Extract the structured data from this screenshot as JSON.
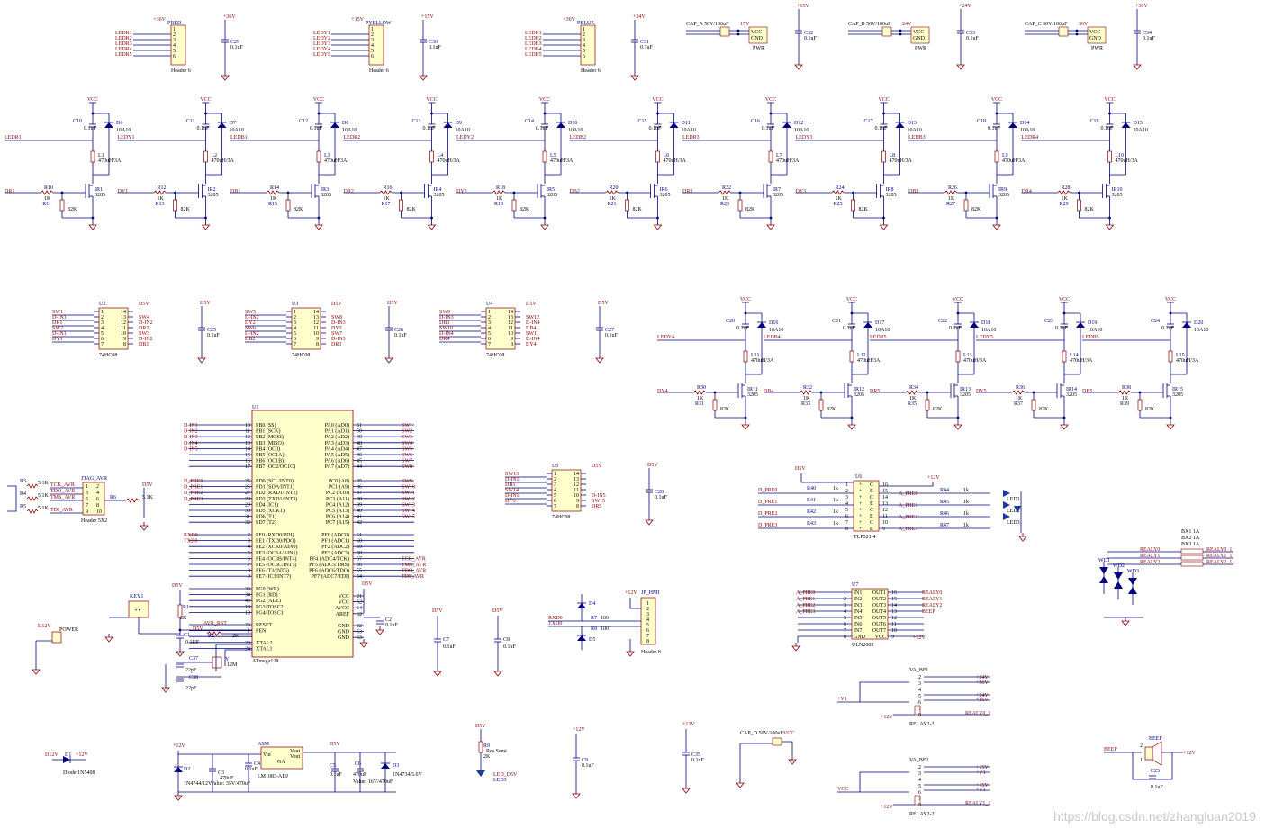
{
  "watermark": "https://blog.csdn.net/zhangluan2019",
  "colors": {
    "wire": "#000080",
    "label": "#8b0000",
    "pin": "#000000",
    "body_fill": "#ffffcc",
    "diode": "#000080",
    "led": "#1a3aa0"
  },
  "headers": [
    {
      "ref": "PRED",
      "name": "Header 6",
      "rail": "+36V",
      "cap": "C29",
      "val": "0.1uF",
      "nets": [
        "LEDR1",
        "LEDR2",
        "LEDR3",
        "LEDR4",
        "LEDR5"
      ]
    },
    {
      "ref": "PYELLOW",
      "name": "Header 6",
      "rail": "+15V",
      "cap": "C30",
      "val": "0.1uF",
      "nets": [
        "LEDY1",
        "LEDY2",
        "LEDY3",
        "LEDY4",
        "LEDY5"
      ]
    },
    {
      "ref": "PBLUE",
      "name": "Header 6",
      "rail": "+24V",
      "cap": "C31",
      "val": "0.1uF",
      "nets": [
        "LEDB1",
        "LEDB2",
        "LEDB3",
        "LEDB4",
        "LEDB5"
      ]
    }
  ],
  "header_rails": [
    "+36V",
    "+15V",
    "+36V"
  ],
  "pwr_blocks": [
    {
      "cap": "CAP_A 50V/100uF",
      "v": "15V",
      "rail": "+15V",
      "c": "C32",
      "val": "0.1uF"
    },
    {
      "cap": "CAP_B 50V/100uF",
      "v": "24V",
      "rail": "+24V",
      "c": "C33",
      "val": "0.1uF"
    },
    {
      "cap": "CAP_C 50V/100uF",
      "v": "36V",
      "rail": "+36V",
      "c": "C34",
      "val": "0.1uF"
    }
  ],
  "pwr_labels": {
    "vcc": "VCC",
    "gnd": "GND",
    "pwr": "PWR"
  },
  "drivers_row1": [
    {
      "net": "LEDR1",
      "in": "DR1",
      "c": "C10",
      "d": "D6",
      "l": "L1",
      "ra": "R10",
      "rb": "R11",
      "q": "IR1"
    },
    {
      "net": "LEDY1",
      "in": "DY1",
      "c": "C11",
      "d": "D7",
      "l": "L2",
      "ra": "R12",
      "rb": "R13",
      "q": "IR2"
    },
    {
      "net": "LEDB1",
      "in": "DB1",
      "c": "C12",
      "d": "D8",
      "l": "L3",
      "ra": "R14",
      "rb": "R15",
      "q": "IR3"
    },
    {
      "net": "LEDR2",
      "in": "DR2",
      "c": "C13",
      "d": "D9",
      "l": "L4",
      "ra": "R16",
      "rb": "R17",
      "q": "IR4"
    },
    {
      "net": "LEDY2",
      "in": "DY2",
      "c": "C14",
      "d": "D10",
      "l": "L5",
      "ra": "R18",
      "rb": "R19",
      "q": "IR5"
    },
    {
      "net": "LEDB2",
      "in": "DB2",
      "c": "C15",
      "d": "D11",
      "l": "L6",
      "ra": "R20",
      "rb": "R21",
      "q": "IR6"
    },
    {
      "net": "LEDR3",
      "in": "DR3",
      "c": "C16",
      "d": "D12",
      "l": "L7",
      "ra": "R22",
      "rb": "R23",
      "q": "IR7"
    },
    {
      "net": "LEDY3",
      "in": "DY3",
      "c": "C17",
      "d": "D13",
      "l": "L8",
      "ra": "R24",
      "rb": "R25",
      "q": "IR8"
    },
    {
      "net": "LEDB3",
      "in": "DB3",
      "c": "C18",
      "d": "D14",
      "l": "L9",
      "ra": "R26",
      "rb": "R27",
      "q": "IR9"
    },
    {
      "net": "LEDR4",
      "in": "DR4",
      "c": "C19",
      "d": "D15",
      "l": "L10",
      "ra": "R28",
      "rb": "R29",
      "q": "IR10"
    }
  ],
  "drivers_row2": [
    {
      "net": "LEDY4",
      "in": "DY4",
      "c": "C20",
      "d": "D16",
      "l": "L11",
      "ra": "R30",
      "rb": "R31",
      "q": "IR11"
    },
    {
      "net": "LEDB4",
      "in": "DB4",
      "c": "C21",
      "d": "D17",
      "l": "L12",
      "ra": "R32",
      "rb": "R33",
      "q": "IR12"
    },
    {
      "net": "LEDR5",
      "in": "DR5",
      "c": "C22",
      "d": "D18",
      "l": "L13",
      "ra": "R34",
      "rb": "R35",
      "q": "IR13"
    },
    {
      "net": "LEDY5",
      "in": "DY5",
      "c": "C23",
      "d": "D19",
      "l": "L14",
      "ra": "R36",
      "rb": "R37",
      "q": "IR14"
    },
    {
      "net": "LEDB5",
      "in": "DB5",
      "c": "C24",
      "d": "D20",
      "l": "L15",
      "ra": "R38",
      "rb": "R39",
      "q": "IR15"
    }
  ],
  "driver_values": {
    "vcc": "VCC",
    "cval": "0.1uF",
    "dval": "10A10",
    "lval": "470uH/3A",
    "raval": "1K",
    "rbval": "82K",
    "qval": "3205"
  },
  "hc08": [
    {
      "ref": "U2",
      "left": [
        "SW1",
        "D-IN1",
        "DR1",
        "SW2",
        "D-IN1",
        "DY1"
      ],
      "right": [
        "SW4",
        "D-IN2",
        "DR2",
        "SW3",
        "D-IN2",
        "DB1"
      ],
      "cap": "C25"
    },
    {
      "ref": "U3",
      "left": [
        "SW5",
        "D-IN2",
        "DY2",
        "SW6",
        "D-IN2",
        "DB2"
      ],
      "right": [
        "SW8",
        "D-IN3",
        "DY3",
        "SW7",
        "D-IN3",
        "DR3"
      ],
      "cap": "C26"
    },
    {
      "ref": "U4",
      "left": [
        "SW9",
        "D-IN3",
        "DB3",
        "SW10",
        "D-IN4",
        "DR4"
      ],
      "right": [
        "SW12",
        "D-IN4",
        "DB4",
        "SW11",
        "D-IN4",
        "DY4"
      ],
      "cap": "C27"
    }
  ],
  "hc08_name": "74HC08",
  "hc08_rail": "D5V",
  "hc08_pins_l": [
    "1",
    "2",
    "3",
    "4",
    "5",
    "6",
    "7"
  ],
  "hc08_pins_r": [
    "14",
    "13",
    "12",
    "11",
    "10",
    "9",
    "8"
  ],
  "u5": {
    "ref": "U5",
    "left": [
      "SW13",
      "D-IN5",
      "DB5",
      "SW14",
      "D-IN5",
      "DY5"
    ],
    "right": [
      "",
      "",
      "",
      "D-IN5",
      "SW15",
      "DR5"
    ],
    "cap": "C28"
  },
  "mcu": {
    "ref": "U1",
    "name": "ATmega128",
    "pb": [
      "PB0 (SS)",
      "PB1 (SCK)",
      "PB2 (MOSI)",
      "PB3 (MISO)",
      "PB4 (OC0)",
      "PB5 (OC1A)",
      "PB6 (OC1B)",
      "PB7 (OC2/OC1C)"
    ],
    "pb_pins": [
      "10",
      "11",
      "12",
      "13",
      "14",
      "15",
      "16",
      "17"
    ],
    "pb_nets": [
      "D-IN1",
      "D-IN2",
      "D-IN3",
      "D-IN4",
      "D-IN5",
      "",
      "",
      ""
    ],
    "pd": [
      "PD0 (SCL/INT0)",
      "PD1 (SDA/INT1)",
      "PD2 (RXD1/INT2)",
      "PD3 (TXD1/INT3)",
      "PD4 (IC1)",
      "PD5 (XCK1)",
      "PD6 (T1)",
      "PD7 (T2)"
    ],
    "pd_pins": [
      "25",
      "26",
      "27",
      "28",
      "29",
      "30",
      "31",
      "32"
    ],
    "pd_nets": [
      "D_PRE0",
      "D_PRE1",
      "D_PRE2",
      "D_PRE3",
      "",
      "",
      "",
      ""
    ],
    "pe": [
      "PE0 (RXD0/PDI)",
      "PE1 (TXD0/PDO)",
      "PE2 (XCK0/AIN0)",
      "PE3 (OC3A/AIN1)",
      "PE4 (OC3B/INT4)",
      "PE5 (OC3C/INT5)",
      "PE6 (T3/INT6)",
      "PE7 (IC3/INT7)"
    ],
    "pe_pins": [
      "2",
      "3",
      "4",
      "5",
      "6",
      "7",
      "8",
      "9"
    ],
    "pe_nets": [
      "RXD0",
      "TXD0",
      "",
      "",
      "",
      "",
      "",
      ""
    ],
    "pg": [
      "PG0 (WR)",
      "PG1 (RD)",
      "PG2 (ALE)",
      "PG3/TOSC2",
      "PG4/TOSC1"
    ],
    "pg_pins": [
      "33",
      "34",
      "43",
      "18",
      "19"
    ],
    "misc": [
      "RESET",
      "PEN",
      "",
      "XTAL2",
      "XTAL1"
    ],
    "misc_pins": [
      "20",
      "1",
      "",
      "23",
      "24"
    ],
    "pa": [
      "PA0 (AD0)",
      "PA1 (AD1)",
      "PA2 (AD2)",
      "PA3 (AD3)",
      "PA4 (AD4)",
      "PA5 (AD5)",
      "PA6 (AD6)",
      "PA7 (AD7)"
    ],
    "pa_pins": [
      "51",
      "50",
      "49",
      "48",
      "47",
      "46",
      "45",
      "44"
    ],
    "pa_nets": [
      "SW1",
      "SW2",
      "SW3",
      "SW4",
      "SW5",
      "SW6",
      "SW7",
      "SW8"
    ],
    "pc": [
      "PC0 (A8)",
      "PC1 (A9)",
      "PC2 (A10)",
      "PC3 (A11)",
      "PC4 (A12)",
      "PC5 (A13)",
      "PC6 (A14)",
      "PC7 (A15)"
    ],
    "pc_pins": [
      "35",
      "36",
      "37",
      "38",
      "39",
      "40",
      "41",
      "42"
    ],
    "pc_nets": [
      "SW9",
      "SW10",
      "SW11",
      "SW12",
      "SW13",
      "SW14",
      "SW15",
      ""
    ],
    "pf": [
      "PF0 (ADC0)",
      "PF1 (ADC1)",
      "PF2 (ADC2)",
      "PF3 (ADC3)",
      "PF4 (ADC4/TCK)",
      "PF5 (ADC5/TMS)",
      "PF6 (ADC6/TDO)",
      "PF7 (ADC7/TDI)"
    ],
    "pf_pins": [
      "61",
      "60",
      "59",
      "58",
      "57",
      "56",
      "55",
      "54"
    ],
    "pf_nets": [
      "",
      "",
      "",
      "",
      "TCK_AVR",
      "TMS_AVR",
      "TDO_AVR",
      "TDI_AVR"
    ],
    "pwr": [
      "VCC",
      "VCC",
      "AVCC",
      "AREF",
      "",
      "GND",
      "GND",
      "GND"
    ],
    "pwr_pins": [
      "21",
      "52",
      "64",
      "62",
      "",
      "22",
      "53",
      "63"
    ]
  },
  "jtag": {
    "ref": "JTAG_AVR",
    "name": "Header 5X2",
    "nets": [
      "TCK_AVR",
      "TDO_AVR",
      "TMS_AVR",
      "",
      "TDI_AVR"
    ],
    "res": [
      "R3",
      "R4",
      "R5"
    ],
    "rval": "5.1K",
    "r6": "R6",
    "r6val": "5.1K",
    "rail": "D5V"
  },
  "reset": {
    "key": "KEY1",
    "r1": "R1",
    "r1v": "2K",
    "c1": "C1",
    "c1v": "0.1UF",
    "r2": "R2",
    "r2v": "2K",
    "net": "AVR_RST",
    "rail": "D5V",
    "c2": "C2",
    "c2v": "0.1uF"
  },
  "crystal": {
    "c37": "C37",
    "c38": "C38",
    "cv": "22pF",
    "y": "Y",
    "yv": "12M"
  },
  "power_conn": {
    "rail": "D12V",
    "name": "POWER"
  },
  "bypass": [
    {
      "ref": "C7",
      "v": "0.1uF",
      "rail": "D5V"
    },
    {
      "ref": "C8",
      "v": "0.1uF",
      "rail": "D5V"
    }
  ],
  "uart": {
    "rxd": "RXD0",
    "txd": "TXD0",
    "d4": "D4",
    "d5": "D5",
    "r7": "R7",
    "r8": "R8",
    "rv": "100",
    "jp": "JP_HMI",
    "name": "Header 8",
    "rail": "+12V"
  },
  "opto": {
    "ref": "U6",
    "name": "TLP521-4",
    "rail": "D5V",
    "rail2": "+12V",
    "nets": [
      "D_PRE0",
      "D_PRE1",
      "D_PRE2",
      "D_PRE3"
    ],
    "rin": [
      "R40",
      "R41",
      "R42",
      "R43"
    ],
    "rinv": "1k",
    "rout": [
      "R44",
      "R45",
      "R46",
      "R47"
    ],
    "routv": "1k",
    "outs": [
      "A_PRE0",
      "A_PRE1",
      "A_PRE2",
      "A_PRE3"
    ],
    "leds": [
      "LED1",
      "LED2",
      "LED3"
    ]
  },
  "uln": {
    "ref": "U7",
    "name": "ULN2003",
    "ins": [
      "A_PRE0",
      "A_PRE1",
      "A_PRE2",
      "A_PRE3"
    ],
    "outs": [
      "REALY0",
      "REALY1",
      "REALY2",
      "BEEP"
    ],
    "rail": "+12V",
    "lpins": [
      "IN1",
      "IN2",
      "IN3",
      "IN4",
      "IN5",
      "IN6",
      "IN7",
      "GND"
    ],
    "rpins": [
      "OUT1",
      "OUT2",
      "OUT3",
      "OUT4",
      "OUT5",
      "OUT6",
      "OUT7",
      "VCC"
    ],
    "lnum": [
      "1",
      "2",
      "3",
      "4",
      "5",
      "6",
      "7",
      "8"
    ],
    "rnum": [
      "16",
      "15",
      "14",
      "13",
      "12",
      "11",
      "10",
      "9"
    ]
  },
  "bx": {
    "labels": [
      "BX1 1A",
      "BX2 1A",
      "BX3 1A"
    ],
    "nets_in": [
      "REALY0",
      "REALY1",
      "REALY2"
    ],
    "nets_out": [
      "REALY0_1",
      "REALY1_1",
      "REALY2_1"
    ],
    "tvs": [
      "WD1",
      "WD2",
      "WD3"
    ]
  },
  "relays": [
    {
      "name": "VA_BF1",
      "ref": "RELAY2-2",
      "in": "+V1",
      "outs": [
        "+24V",
        "+36V",
        "+24V",
        "+36V"
      ],
      "coil": "REALY0_1",
      "rail": "+12V"
    },
    {
      "name": "VA_BF2",
      "ref": "RELAY2-2",
      "in": "VCC",
      "outs": [
        "+15V",
        "+V1",
        "+15V",
        "+V1"
      ],
      "coil": "REALY1_1",
      "rail": "+12V"
    }
  ],
  "relay_pins": [
    "2",
    "3",
    "4",
    "5",
    "6",
    "7",
    "8"
  ],
  "diode1": {
    "rail": "D12V",
    "ref": "D1",
    "rail2": "+12V",
    "name": "Diode 1N5408"
  },
  "reg": {
    "in": "+12V",
    "ref": "ASM",
    "name": "LM1083-ADJ",
    "vin": "Vin",
    "vout": "Vout",
    "ga": "GA",
    "rail": "D5V",
    "d2": "D2",
    "d2v": "1N4744/12V",
    "c3": "C3",
    "c3v": "470uF",
    "c3note": "Value: 35V/470uF",
    "c4": "C4",
    "c4v": "0.1uF",
    "c5": "C5",
    "c5v": "0.1uF",
    "c6": "C6",
    "c6v": "470uF",
    "c6note": "Value: 16V/470uF",
    "d3": "D3",
    "d3v": "1N4734/5.6V"
  },
  "led3": {
    "rail": "D5V",
    "r": "R9",
    "rv": "Res Semi",
    "rval": "2K",
    "led": "LED_D5V",
    "ref": "LED3"
  },
  "c9": {
    "rail": "+12V",
    "ref": "C9",
    "v": "0.1uF"
  },
  "c35": {
    "rail": "+12V",
    "ref": "C35",
    "v": "0.1uF"
  },
  "capd": {
    "cap": "CAP_D 50V/100uF",
    "rail": "VCC"
  },
  "beep": {
    "net": "BEEP",
    "ref": "BEEP",
    "rail": "+12V",
    "c": "C25",
    "cv": "0.1uF"
  }
}
